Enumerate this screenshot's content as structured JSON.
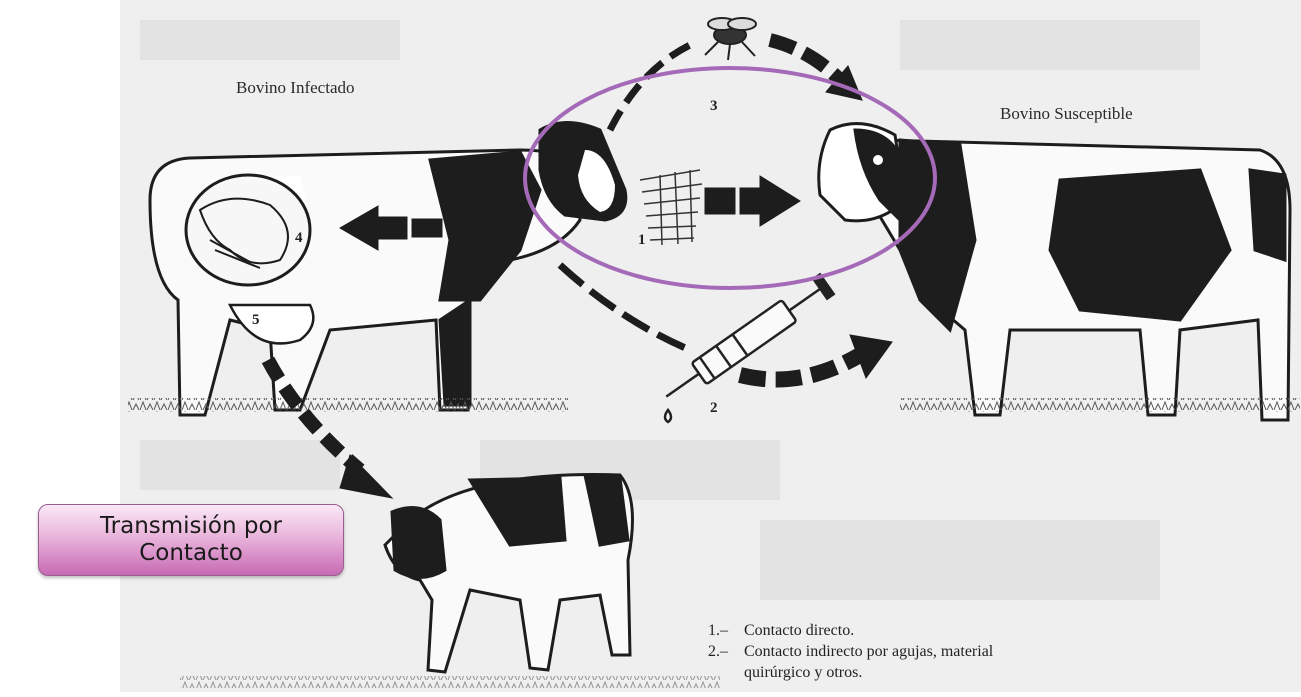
{
  "title_infected": "Bovino Infectado",
  "title_susceptible": "Bovino Susceptible",
  "route_numbers": [
    "1",
    "2",
    "3",
    "4",
    "5"
  ],
  "highlight_label": "Transmisión por Contacto",
  "legend": [
    {
      "num": "1.–",
      "text": "Contacto directo."
    },
    {
      "num": "2.–",
      "text": "Contacto indirecto por agujas, material",
      "continuation": "quirúrgico y otros."
    }
  ],
  "colors": {
    "highlight_ring": "#a46ab8",
    "badge_fill": "#d98ccc",
    "ink": "#1d1d1d",
    "paper": "#f3f3f3"
  }
}
